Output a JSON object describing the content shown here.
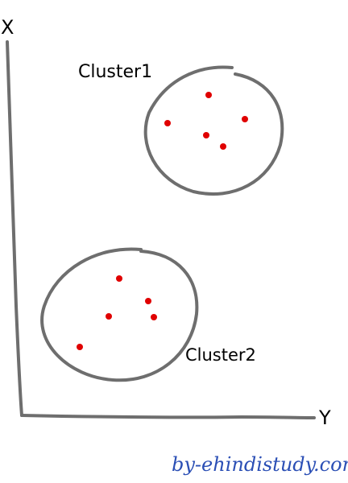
{
  "labels": {
    "axis_x": "X",
    "axis_y": "Y",
    "cluster1": "Cluster1",
    "cluster2": "Cluster2"
  },
  "watermark": "by-ehindistudy.com",
  "colors": {
    "stroke": "#6e6e6e",
    "point": "#e00000",
    "watermark": "#2b4fb5",
    "text": "#000000"
  },
  "clusters": [
    {
      "name": "cluster1",
      "point_count": 5
    },
    {
      "name": "cluster2",
      "point_count": 5
    }
  ]
}
